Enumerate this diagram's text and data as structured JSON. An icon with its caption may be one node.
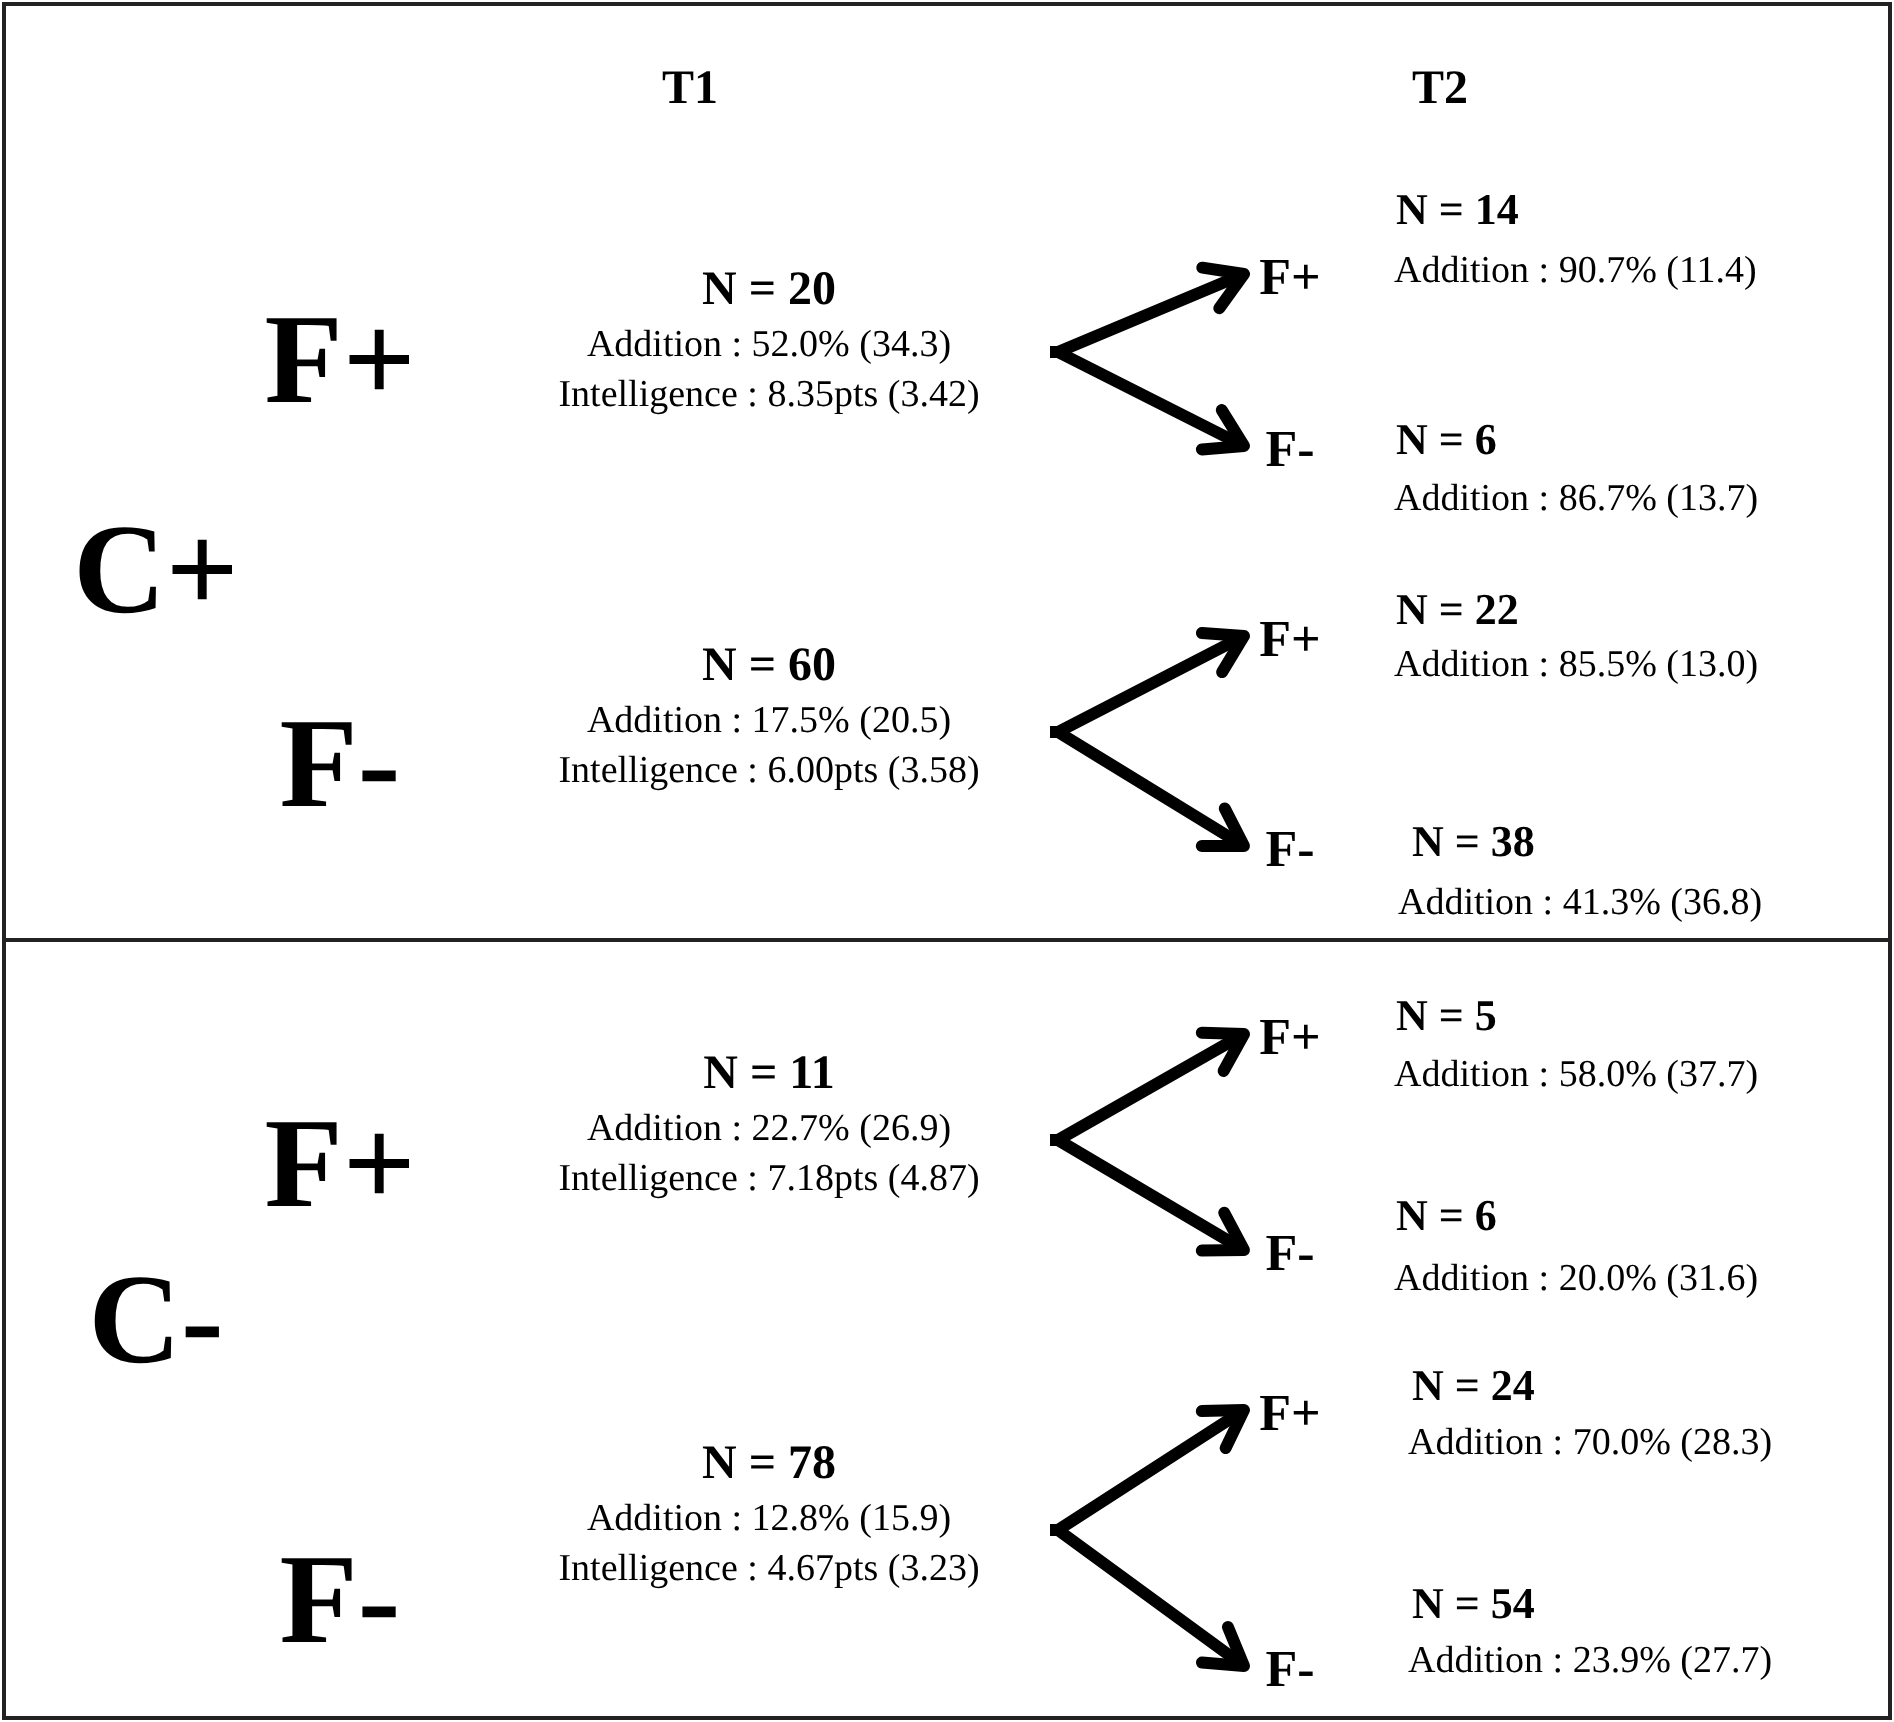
{
  "diagram": {
    "nodes": [
      {
        "text": [
          "C+"
        ]
      },
      {
        "text": [
          "N = 20",
          "Addition : 52.0% (34.3)",
          "Intelligence : 8.35pts (3.42)"
        ],
        "in": 0,
        "beside": [
          "F+"
        ]
      },
      {
        "text": [
          "F+"
        ],
        "in": 0,
        "beside": [
          "N = 14",
          "Addition : 90.7% (11.4)"
        ]
      },
      {
        "text": [
          "F-"
        ],
        "in": 0,
        "beside": [
          "N = 6",
          "Addition : 86.7% (13.7)"
        ]
      },
      {
        "text": [
          "N = 60",
          "Addition : 17.5% (20.5)",
          "Intelligence : 6.00pts (3.58)"
        ],
        "in": 0,
        "beside": [
          "F-"
        ]
      },
      {
        "text": [
          "F+"
        ],
        "in": 0,
        "beside": [
          "N = 22",
          "Addition : 85.5% (13.0)"
        ]
      },
      {
        "text": [
          "F-"
        ],
        "in": 0,
        "beside": [
          "N = 38",
          "Addition : 41.3% (36.8)"
        ]
      },
      {
        "text": [
          "C-"
        ]
      },
      {
        "text": [
          "N = 11",
          "Addition : 22.7% (26.9)",
          "Intelligence : 7.18pts (4.87)"
        ],
        "in": 7,
        "beside": [
          "F+"
        ]
      },
      {
        "text": [
          "F+"
        ],
        "in": 7,
        "beside": [
          "N = 5",
          "Addition : 58.0% (37.7)"
        ]
      },
      {
        "text": [
          "F-"
        ],
        "in": 7,
        "beside": [
          "N = 6",
          "Addition : 20.0% (31.6)"
        ]
      },
      {
        "text": [
          "N = 78",
          "Addition : 12.8% (15.9)",
          "Intelligence : 4.67pts (3.23)"
        ],
        "in": 7,
        "beside": [
          "F-"
        ]
      },
      {
        "text": [
          "F+"
        ],
        "in": 7,
        "beside": [
          "N = 24",
          "Addition : 70.0% (28.3)"
        ]
      },
      {
        "text": [
          "F-"
        ],
        "in": 7,
        "beside": [
          "N = 54",
          "Addition : 23.9% (27.7)"
        ]
      }
    ],
    "edges": [
      {
        "from": 1,
        "to": 2,
        "arrow": "to"
      },
      {
        "from": 1,
        "to": 3,
        "arrow": "to"
      },
      {
        "from": 4,
        "to": 5,
        "arrow": "to"
      },
      {
        "from": 4,
        "to": 6,
        "arrow": "to"
      },
      {
        "from": 8,
        "to": 9,
        "arrow": "to"
      },
      {
        "from": 8,
        "to": 10,
        "arrow": "to"
      },
      {
        "from": 11,
        "to": 12,
        "arrow": "to"
      },
      {
        "from": 11,
        "to": 13,
        "arrow": "to"
      }
    ],
    "labels": [
      "T1",
      "T2"
    ]
  }
}
